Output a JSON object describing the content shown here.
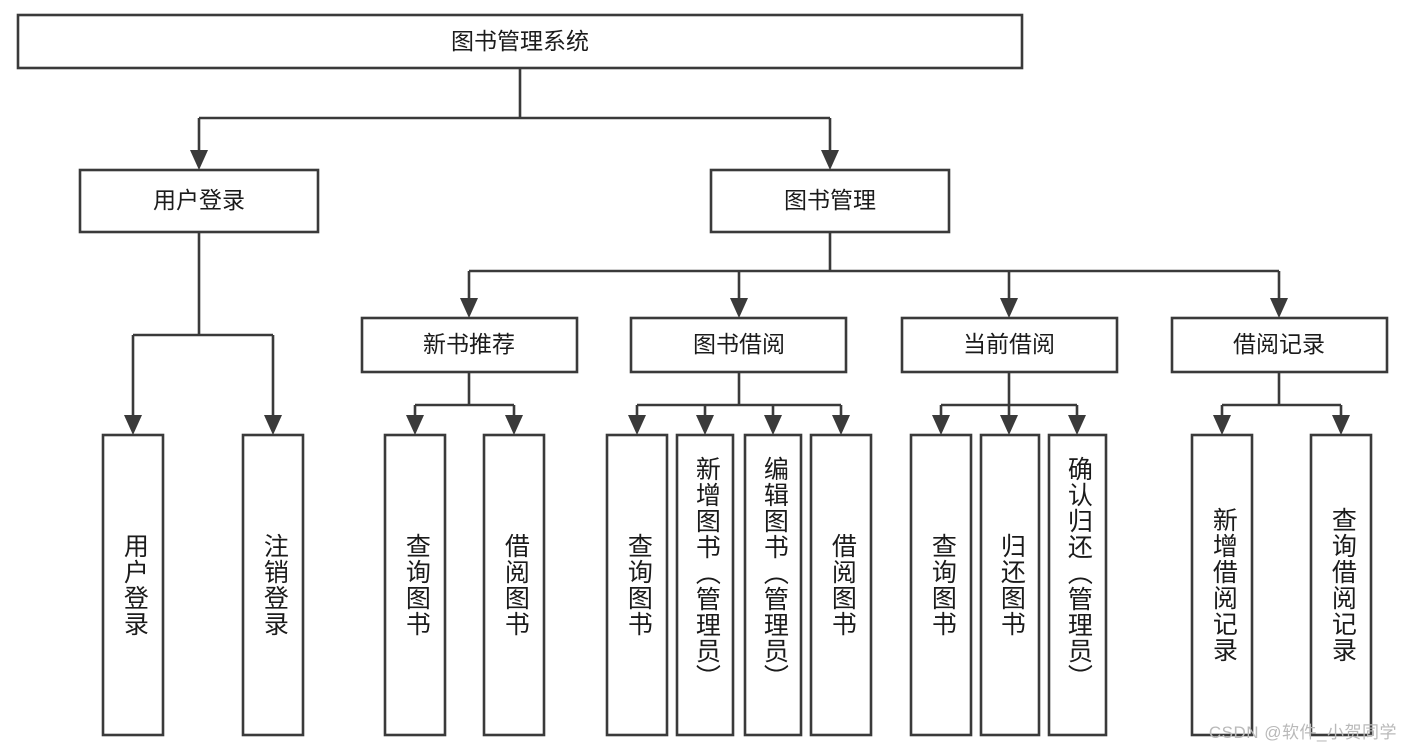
{
  "diagram": {
    "type": "tree",
    "title": "图书管理系统",
    "watermark": "CSDN @软件_小贺同学",
    "colors": {
      "stroke": "#3a3a3a",
      "fill": "#ffffff",
      "text": "#1b1b1b",
      "watermark": "#b9b9b9"
    },
    "nodes": {
      "root": {
        "label": "图书管理系统"
      },
      "level2": [
        {
          "label": "用户登录"
        },
        {
          "label": "图书管理"
        }
      ],
      "level3": [
        {
          "label": "新书推荐"
        },
        {
          "label": "图书借阅"
        },
        {
          "label": "当前借阅"
        },
        {
          "label": "借阅记录"
        }
      ],
      "leaves": {
        "user_login": [
          {
            "label": "用户登录"
          },
          {
            "label": "注销登录"
          }
        ],
        "new_books": [
          {
            "label": "查询图书"
          },
          {
            "label": "借阅图书"
          }
        ],
        "book_borrow": [
          {
            "label": "查询图书"
          },
          {
            "label": "新增图书（管理员）"
          },
          {
            "label": "编辑图书（管理员）"
          },
          {
            "label": "借阅图书"
          }
        ],
        "current_borrow": [
          {
            "label": "查询图书"
          },
          {
            "label": "归还图书"
          },
          {
            "label": "确认归还（管理员）"
          }
        ],
        "borrow_records": [
          {
            "label": "新增借阅记录"
          },
          {
            "label": "查询借阅记录"
          }
        ]
      }
    }
  }
}
